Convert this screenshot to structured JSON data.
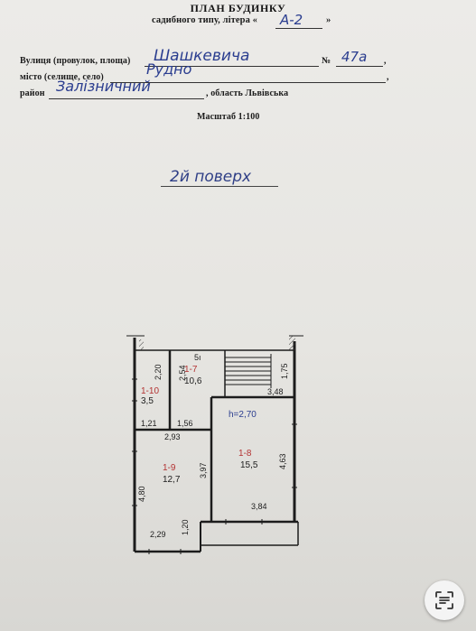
{
  "header": {
    "title": "ПЛАН БУДИНКУ",
    "subtitle_prefix": "садибного типу, літера «",
    "letter": "А-2",
    "subtitle_suffix": "»"
  },
  "address": {
    "street_label": "Вулиця (провулок, площа)",
    "street_value": "Шашкевича",
    "number_label": "№",
    "number_value": "47а",
    "city_label": "місто (селище, село)",
    "city_value": "Рудно",
    "district_label": "район",
    "district_value": "Залізничний",
    "region_text": ", область Львівська",
    "comma": ","
  },
  "scale": "Масштаб 1:100",
  "floor_label": "2й поверх",
  "plan": {
    "stair_mark": "5ı",
    "ceiling_height": "h=2,70",
    "rooms": [
      {
        "id": "1-7",
        "area": "10,6"
      },
      {
        "id": "1-8",
        "area": "15,5"
      },
      {
        "id": "1-9",
        "area": "12,7"
      },
      {
        "id": "1-10",
        "area": "3,5"
      }
    ],
    "dimensions": {
      "d_220": "2,20",
      "d_254": "2,54",
      "d_175": "1,75",
      "d_348": "3,48",
      "d_121": "1,21",
      "d_156": "1,56",
      "d_293": "2,93",
      "d_463": "4,63",
      "d_480": "4,80",
      "d_397": "3,97",
      "d_384": "3,84",
      "d_229": "2,29",
      "d_120": "1,20"
    }
  },
  "colors": {
    "paper": "#eceae7",
    "handwriting": "#2a3d8f",
    "room_id": "#b33232",
    "print": "#1b1b1b"
  }
}
